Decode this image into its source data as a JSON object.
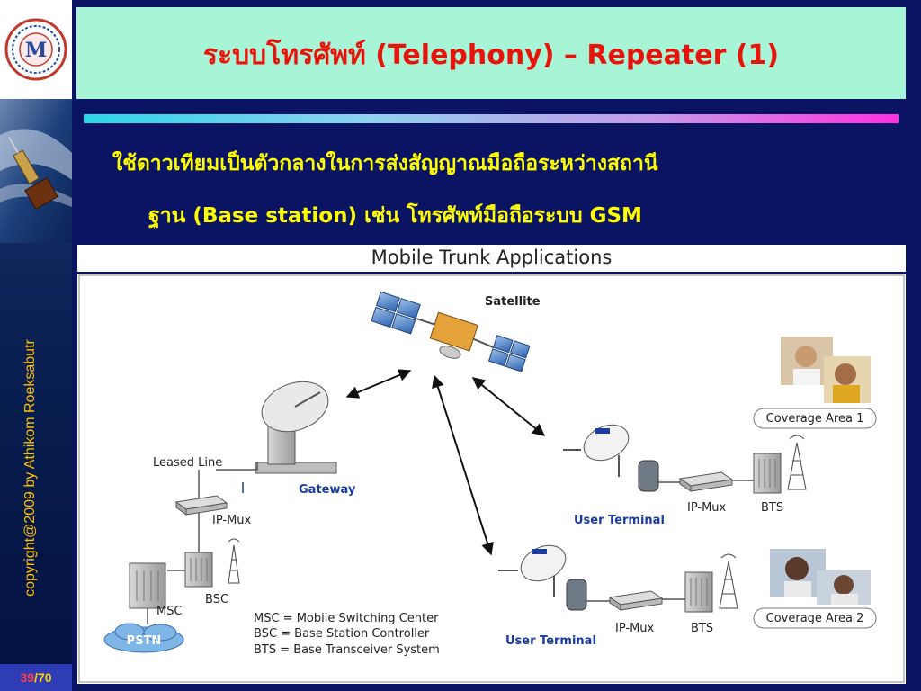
{
  "sidebar": {
    "logo_text": "M",
    "copyright": "copyright@2009 by Athikom Roeksabutr",
    "page_current": "39",
    "page_separator": "/",
    "page_total": "70"
  },
  "title": "ระบบโทรศัพท์ (Telephony) – Repeater (1)",
  "body": {
    "line1": "ใช้ดาวเทียมเป็นตัวกลางในการส่งสัญญาณมือถือระหว่างสถานี",
    "line2": "ฐาน (Base station) เช่น โทรศัพท์มือถือระบบ GSM"
  },
  "figure": {
    "title": "Mobile Trunk Applications",
    "satellite": "Satellite",
    "leased_line": "Leased Line",
    "gateway": "Gateway",
    "ip_mux_left": "IP-Mux",
    "bsc": "BSC",
    "msc": "MSC",
    "pstn": "PSTN",
    "coverage_1": "Coverage Area 1",
    "coverage_2": "Coverage Area 2",
    "user_terminal_1": "User Terminal",
    "user_terminal_2": "User Terminal",
    "ip_mux_1": "IP-Mux",
    "ip_mux_2": "IP-Mux",
    "bts_1": "BTS",
    "bts_2": "BTS",
    "legend": [
      "MSC  = Mobile Switching Center",
      "BSC  = Base Station Controller",
      "BTS  = Base Transceiver System"
    ]
  }
}
